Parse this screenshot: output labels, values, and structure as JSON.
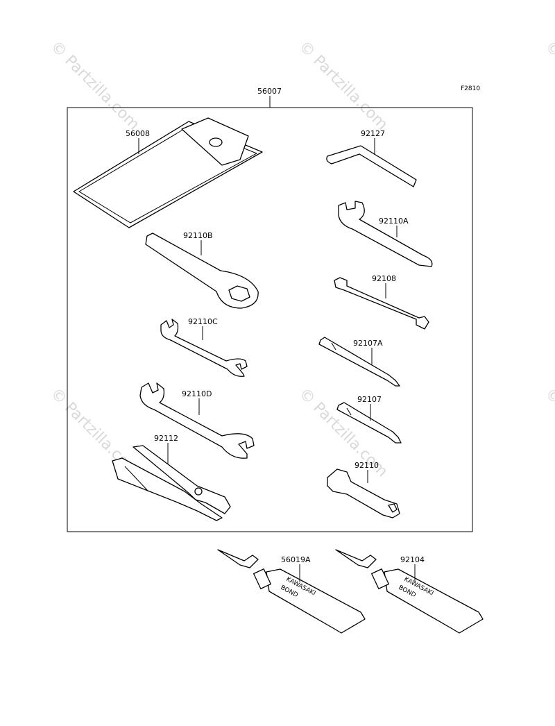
{
  "figure_code": "F2810",
  "watermark": "© Partzilla.com",
  "tube_print": {
    "line1": "KAWASAKI",
    "line2": "BOND"
  },
  "parts": {
    "kit": "56007",
    "tool_bag": "56008",
    "hex_key": "92127",
    "wrench_b": "92110B",
    "wrench_a": "92110A",
    "wrench_8": "92108",
    "wrench_c": "92110C",
    "driver_a": "92107A",
    "wrench_d": "92110D",
    "driver": "92107",
    "pliers": "92112",
    "socket": "92110",
    "bond_1": "56019A",
    "bond_2": "92104"
  }
}
